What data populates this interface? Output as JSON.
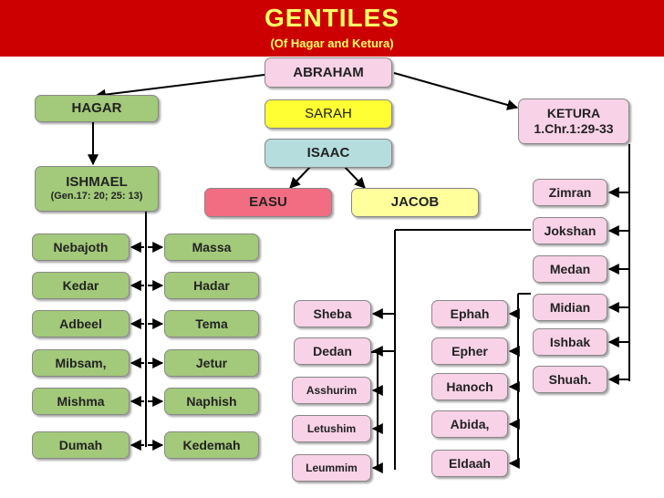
{
  "title": "GENTILES",
  "subtitle": "(Of Hagar and Ketura)",
  "abraham": "ABRAHAM",
  "sarah": "SARAH",
  "isaac": "ISAAC",
  "easu": "EASU",
  "jacob": "JACOB",
  "hagar": "HAGAR",
  "ishmael": {
    "name": "ISHMAEL",
    "ref": "(Gen.17: 20; 25: 13)"
  },
  "ketura": {
    "name": "KETURA",
    "ref": "1.Chr.1:29-33"
  },
  "ishmael_sons_left": [
    "Nebajoth",
    "Kedar",
    "Adbeel",
    "Mibsam,",
    "Mishma",
    "Dumah"
  ],
  "ishmael_sons_right": [
    "Massa",
    "Hadar",
    "Tema",
    "Jetur",
    "Naphish",
    "Kedemah"
  ],
  "ketura_sons": [
    "Zimran",
    "Jokshan",
    "Medan",
    "Midian",
    "Ishbak",
    "Shuah."
  ],
  "jokshan_sons": [
    "Sheba",
    "Dedan"
  ],
  "dedan_sons": [
    "Asshurim",
    "Letushim",
    "Leummim"
  ],
  "midian_sons": [
    "Ephah",
    "Epher",
    "Hanoch",
    "Abida,",
    "Eldaah"
  ],
  "colors": {
    "banner": "#cc0000",
    "title_text": "#ffff66",
    "green": "#a3c97a",
    "pink": "#f8d2e6",
    "blue": "#b5ddde",
    "yellow": "#ffff33",
    "red": "#f26d81",
    "light_yellow": "#ffff9c"
  }
}
